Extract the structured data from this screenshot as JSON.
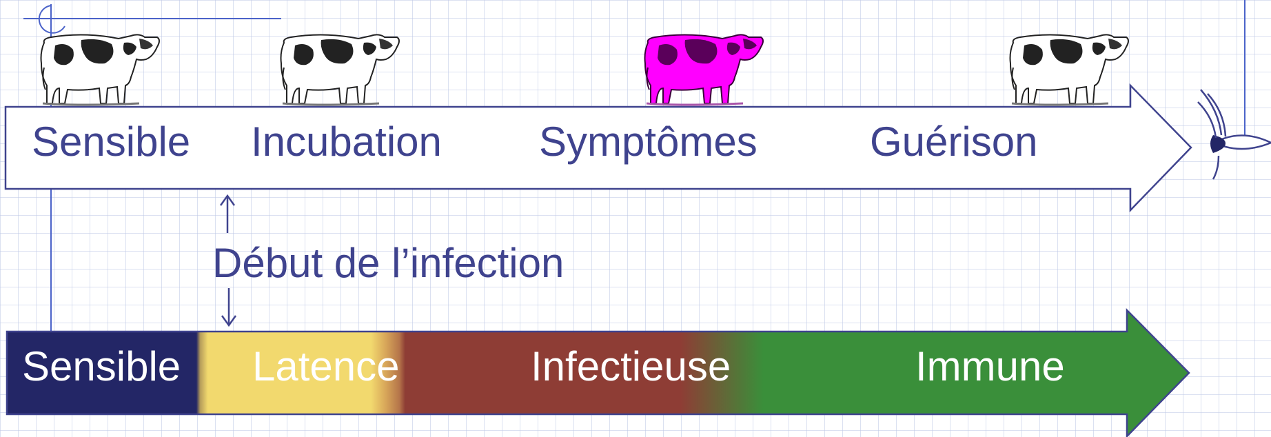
{
  "stages_observed": {
    "labels": [
      "Sensible",
      "Incubation",
      "Symptômes",
      "Guérison"
    ],
    "highlight_color": "#ff00ff",
    "text_color": "#3f438e"
  },
  "infection_marker": {
    "label": "Début de l’infection",
    "icon": "double-arrow-icon"
  },
  "stages_model": {
    "labels": [
      "Sensible",
      "Latence",
      "Infectieuse",
      "Immune"
    ],
    "colors": [
      "#232666",
      "#f2d96e",
      "#8e3d35",
      "#3a8f3a"
    ]
  },
  "decorations": {
    "animal_icon": "cow-icon",
    "observer_icon": "eye-icon",
    "target_icon": "crosshair-icon"
  }
}
